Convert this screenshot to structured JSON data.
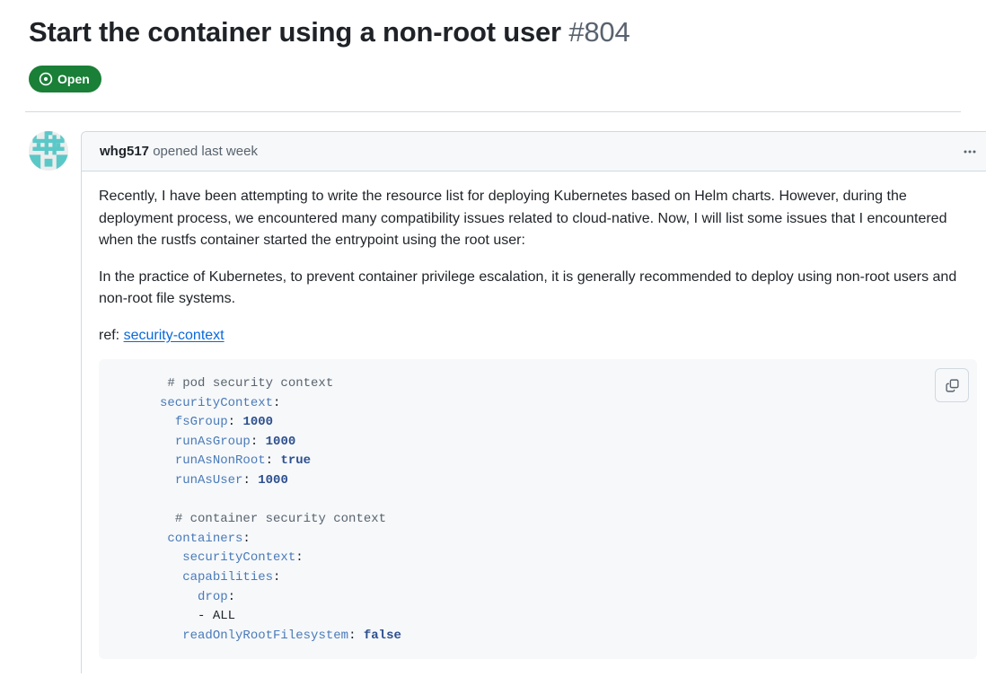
{
  "issue": {
    "title": "Start the container using a non-root user",
    "number": "#804",
    "state_label": "Open",
    "state_icon": "issue-opened-icon",
    "state_color": "#1a7f37"
  },
  "comment": {
    "author": "whg517",
    "meta": "opened last week",
    "menu_icon": "kebab-horizontal-icon",
    "avatar_icon": "identicon-avatar",
    "paragraph_1": "Recently, I have been attempting to write the resource list for deploying Kubernetes based on Helm charts. However, during the deployment process, we encountered many compatibility issues related to cloud-native. Now, I will list some issues that I encountered when the rustfs container started the entrypoint using the root user:",
    "paragraph_2": "In the practice of Kubernetes, to prevent container privilege escalation, it is generally recommended to deploy using non-root users and non-root file systems.",
    "ref_prefix": "ref: ",
    "ref_link_text": "security-context"
  },
  "code_block": {
    "language": "yaml",
    "copy_icon": "copy-icon",
    "lines": [
      {
        "indent": 1,
        "type": "comment",
        "text": "# pod security context"
      },
      {
        "indent": 0,
        "type": "mapping",
        "key": "securityContext",
        "value": ""
      },
      {
        "indent": 2,
        "type": "mapping",
        "key": "fsGroup",
        "value": "1000"
      },
      {
        "indent": 2,
        "type": "mapping",
        "key": "runAsGroup",
        "value": "1000"
      },
      {
        "indent": 2,
        "type": "mapping",
        "key": "runAsNonRoot",
        "value": "true"
      },
      {
        "indent": 2,
        "type": "mapping",
        "key": "runAsUser",
        "value": "1000"
      },
      {
        "indent": 0,
        "type": "blank",
        "text": ""
      },
      {
        "indent": 2,
        "type": "comment",
        "text": "# container security context"
      },
      {
        "indent": 1,
        "type": "mapping",
        "key": "containers",
        "value": ""
      },
      {
        "indent": 3,
        "type": "mapping",
        "key": "securityContext",
        "value": ""
      },
      {
        "indent": 3,
        "type": "mapping",
        "key": "capabilities",
        "value": ""
      },
      {
        "indent": 5,
        "type": "mapping",
        "key": "drop",
        "value": ""
      },
      {
        "indent": 5,
        "type": "item",
        "text": "- ALL"
      },
      {
        "indent": 3,
        "type": "mapping",
        "key": "readOnlyRootFilesystem",
        "value": "false"
      }
    ]
  }
}
